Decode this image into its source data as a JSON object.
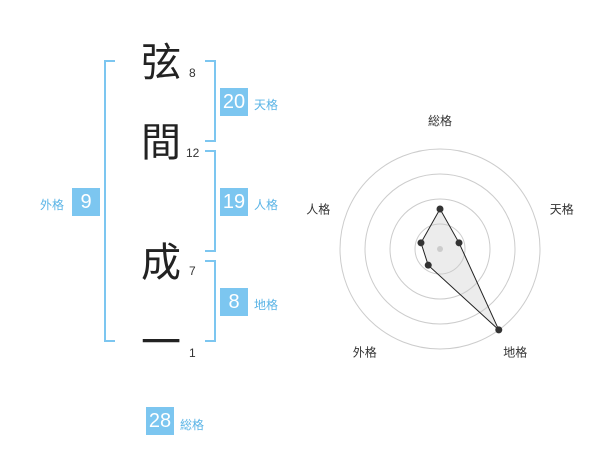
{
  "name": {
    "chars": [
      {
        "char": "弦",
        "strokes": "8"
      },
      {
        "char": "間",
        "strokes": "12"
      },
      {
        "char": "成",
        "strokes": "7"
      },
      {
        "char": "一",
        "strokes": "1"
      }
    ]
  },
  "fortunes": {
    "tenkaku": {
      "value": "20",
      "label": "天格"
    },
    "jinkaku": {
      "value": "19",
      "label": "人格"
    },
    "chikaku": {
      "value": "8",
      "label": "地格"
    },
    "gaikaku": {
      "value": "9",
      "label": "外格"
    },
    "soukaku": {
      "value": "28",
      "label": "総格"
    }
  },
  "colors": {
    "accent": "#7cc6f0",
    "accent_text": "#5ab4e6"
  },
  "chart_data": {
    "type": "radar",
    "axes": [
      "総格",
      "天格",
      "地格",
      "外格",
      "人格"
    ],
    "values": [
      2,
      1,
      5,
      1,
      1
    ],
    "rmax": 5,
    "rings": 4
  }
}
